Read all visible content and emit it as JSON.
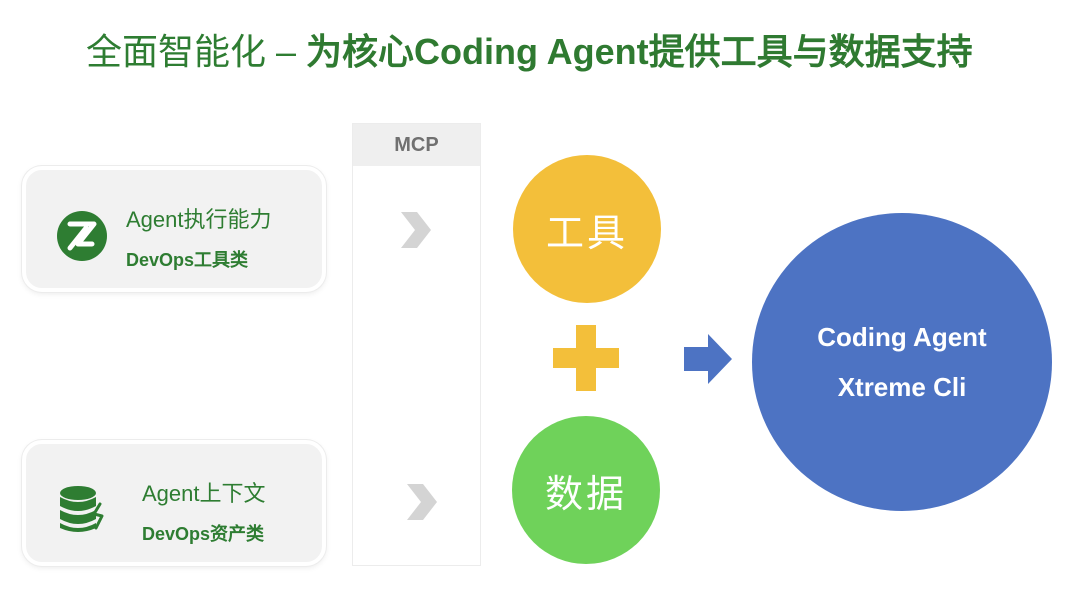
{
  "title": {
    "prefix": "全面智能化 – ",
    "emphasis": "为核心Coding Agent提供工具与数据支持"
  },
  "cards": [
    {
      "title": "Agent执行能力",
      "subtitle": "DevOps工具类",
      "icon": "z-logo-icon"
    },
    {
      "title": "Agent上下文",
      "subtitle": "DevOps资产类",
      "icon": "database-icon"
    }
  ],
  "mcp": {
    "label": "MCP"
  },
  "nodes": {
    "tools": "工具",
    "data": "数据",
    "agent_line1": "Coding Agent",
    "agent_line2": "Xtreme Cli"
  },
  "colors": {
    "title_green": "#2e7d32",
    "tools_yellow": "#f3bf3a",
    "data_green": "#6fd25a",
    "agent_blue": "#4d73c3",
    "plus_yellow": "#f3bf3a",
    "arrow_blue": "#4d73c3",
    "chevron_gray": "#d4d4d4"
  }
}
